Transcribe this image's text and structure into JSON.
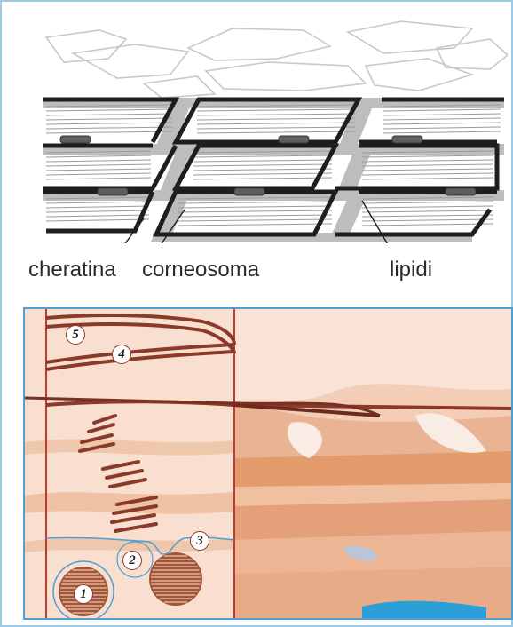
{
  "labels": {
    "keratin": "cheratina",
    "corneosome": "corneosoma",
    "lipids": "lipidi"
  },
  "stages": [
    "5",
    "4",
    "1",
    "2",
    "3"
  ],
  "colors": {
    "frame_border": "#9ec9e6",
    "panel_border": "#4f9fd1",
    "cell_border": "#1e1e1e",
    "lipid_band": "#b9b9b9",
    "corneosome": "#5a5a5a",
    "skin_light": "#f6d2bf",
    "skin_band": "#e6a37c",
    "lamella": "#8b3a2a",
    "divider": "#c0392b"
  }
}
